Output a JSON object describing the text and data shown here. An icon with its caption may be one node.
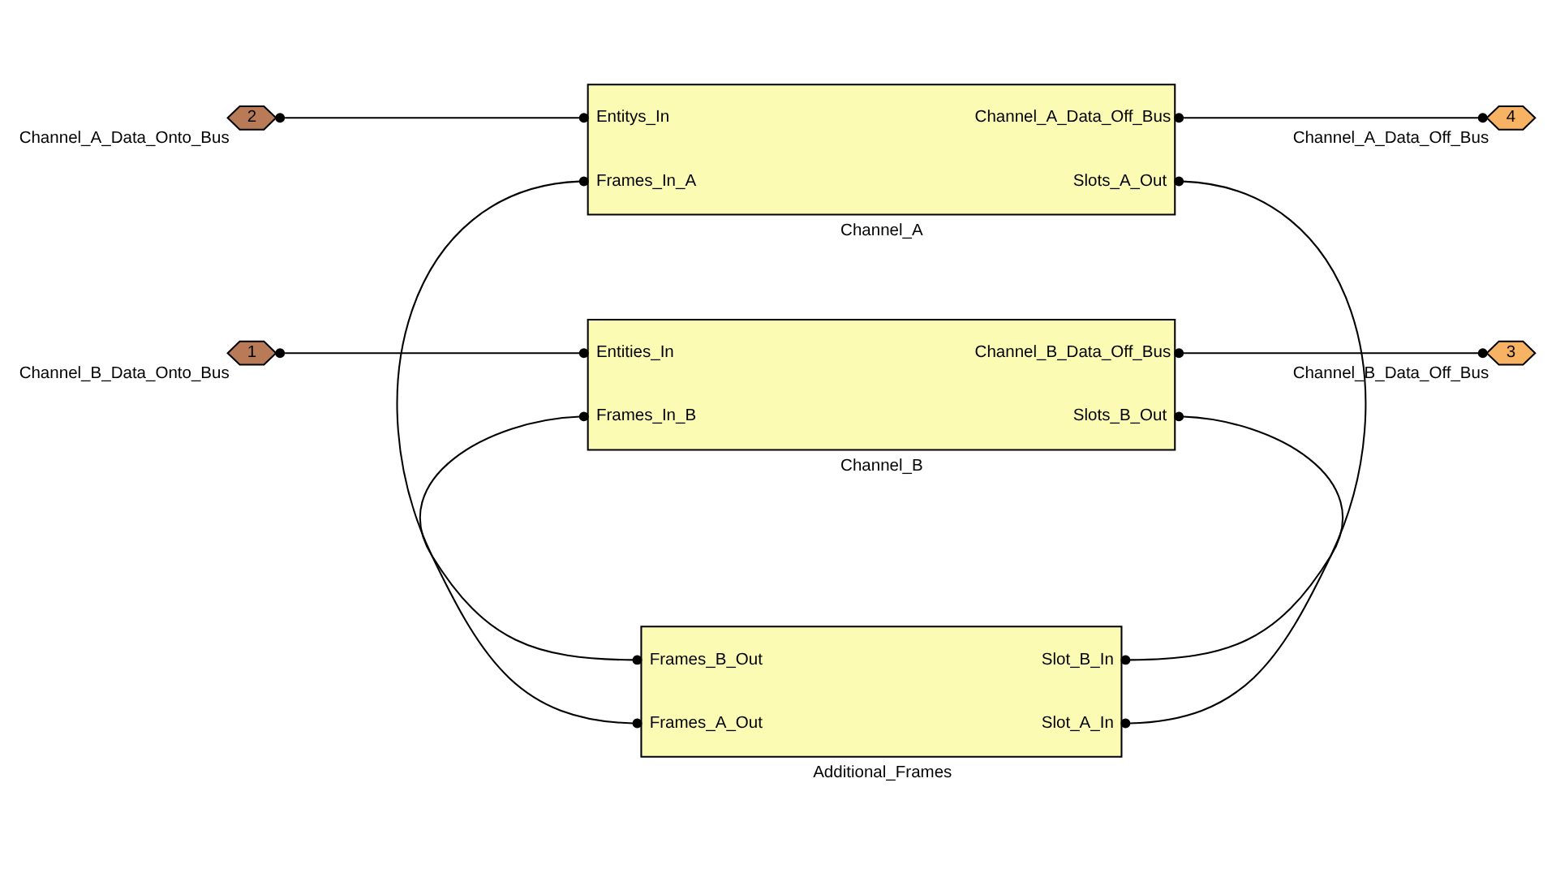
{
  "diagram": {
    "nodes": [
      {
        "text": [
          "2"
        ],
        "beside": [
          "Channel_A_Data_Onto_Bus"
        ]
      },
      {
        "text": [
          "Channel_A",
          "Entitys_In",
          "Frames_In_A",
          "Channel_A_Data_Off_Bus",
          "Slots_A_Out"
        ]
      },
      {
        "text": [
          "4"
        ],
        "beside": [
          "Channel_A_Data_Off_Bus"
        ]
      },
      {
        "text": [
          "1"
        ],
        "beside": [
          "Channel_B_Data_Onto_Bus"
        ]
      },
      {
        "text": [
          "Channel_B",
          "Entities_In",
          "Frames_In_B",
          "Channel_B_Data_Off_Bus",
          "Slots_B_Out"
        ]
      },
      {
        "text": [
          "3"
        ],
        "beside": [
          "Channel_B_Data_Off_Bus"
        ]
      },
      {
        "text": [
          "Additional_Frames",
          "Frames_B_Out",
          "Frames_A_Out",
          "Slot_B_In",
          "Slot_A_In"
        ]
      }
    ],
    "edges": [
      {
        "from": 0,
        "to": 1,
        "arrow": "other"
      },
      {
        "from": 1,
        "to": 2,
        "arrow": "other"
      },
      {
        "from": 6,
        "to": 1,
        "arrow": "other"
      },
      {
        "from": 1,
        "to": 6,
        "arrow": "other"
      },
      {
        "from": 3,
        "to": 4,
        "arrow": "other"
      },
      {
        "from": 4,
        "to": 5,
        "arrow": "other"
      },
      {
        "from": 6,
        "to": 4,
        "arrow": "other"
      },
      {
        "from": 4,
        "to": 6,
        "arrow": "other"
      }
    ]
  }
}
